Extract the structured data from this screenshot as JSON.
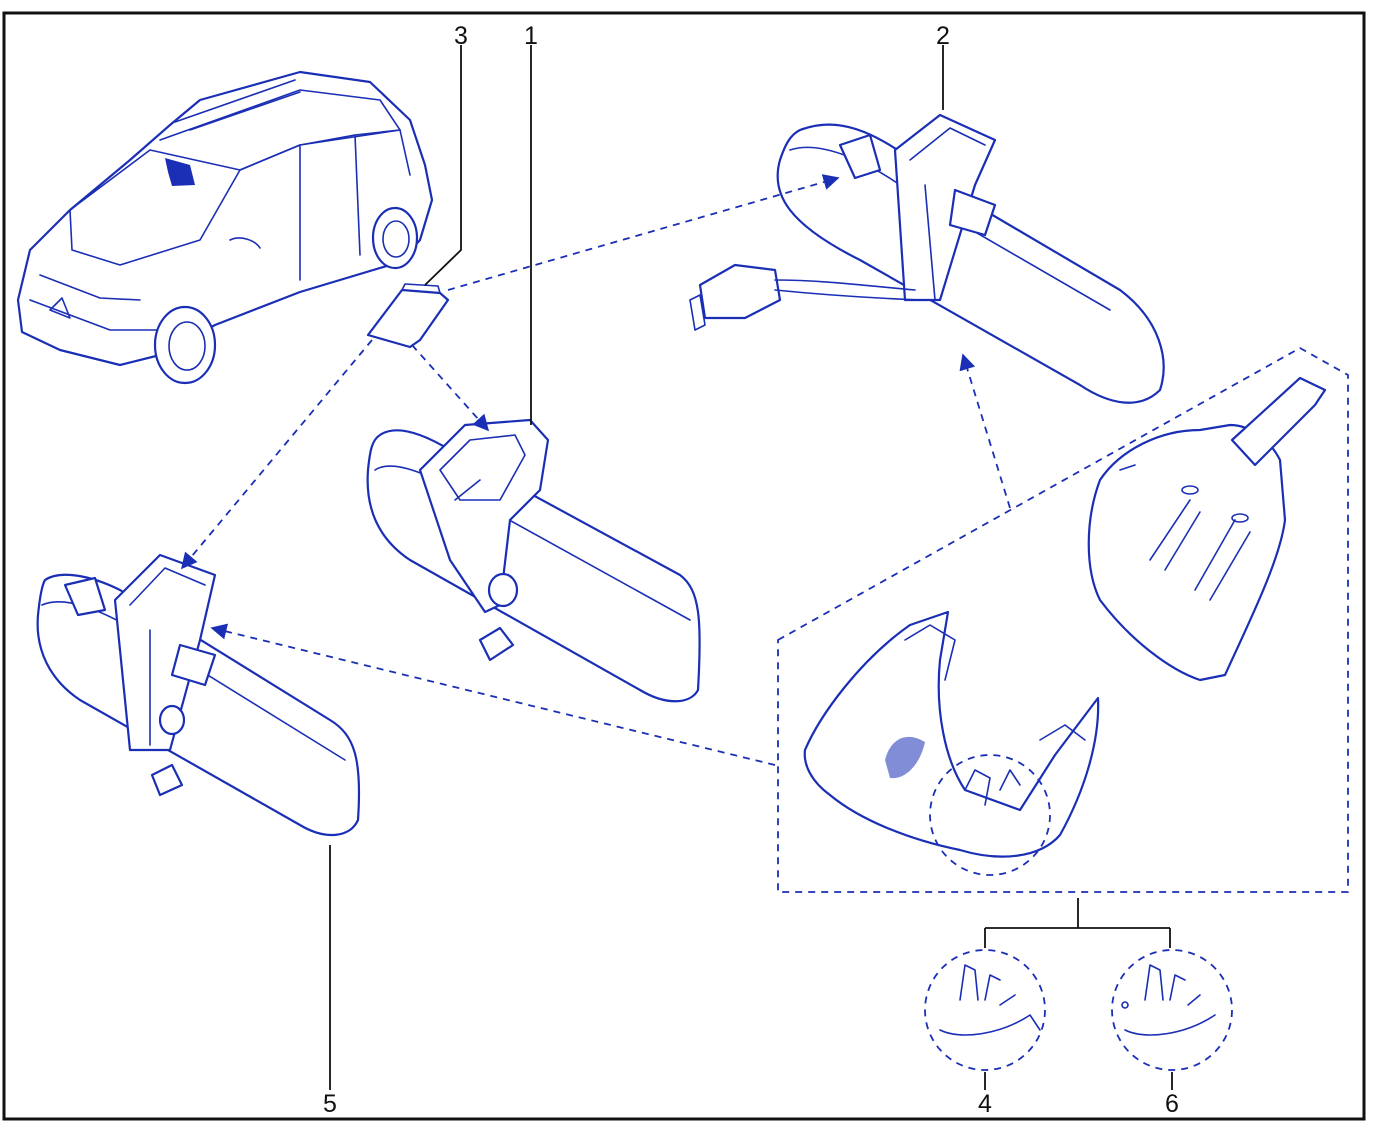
{
  "colors": {
    "line": "#1a2fb5",
    "leader": "#111111",
    "background": "#ffffff"
  },
  "callouts": [
    {
      "id": "1",
      "label": "1"
    },
    {
      "id": "2",
      "label": "2"
    },
    {
      "id": "3",
      "label": "3"
    },
    {
      "id": "4",
      "label": "4"
    },
    {
      "id": "5",
      "label": "5"
    },
    {
      "id": "6",
      "label": "6"
    }
  ]
}
